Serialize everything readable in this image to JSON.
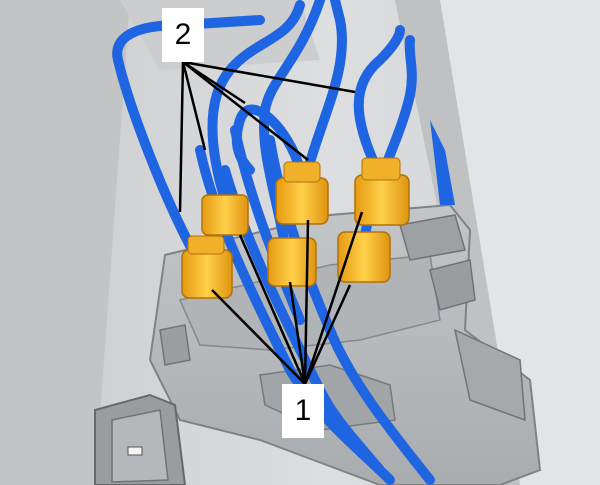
{
  "colors": {
    "background": "#d4d6d8",
    "bracket": "#b8bbbe",
    "pipe": "#1f64e0",
    "connector": "#f2b020",
    "leader_line": "#000000"
  },
  "icons": [
    "hydraulic-unit-illustration",
    "brake-pipe",
    "pipe-connector"
  ],
  "callouts": {
    "label_2": "2",
    "label_1": "1"
  }
}
